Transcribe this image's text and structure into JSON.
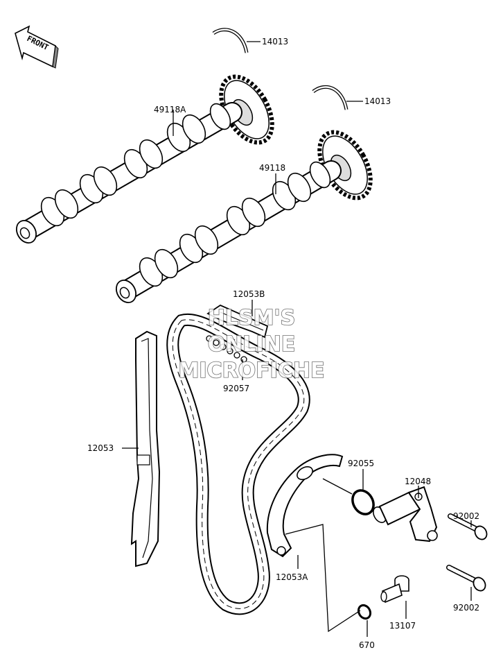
{
  "front_indicator": {
    "label": "FRONT",
    "icon": "front-arrow-icon"
  },
  "callouts": [
    {
      "id": "ring-upper",
      "number": "14013"
    },
    {
      "id": "ring-lower",
      "number": "14013"
    },
    {
      "id": "camshaft-exhaust",
      "number": "49118A"
    },
    {
      "id": "camshaft-intake",
      "number": "49118"
    },
    {
      "id": "chain-guide-top",
      "number": "12053B"
    },
    {
      "id": "cam-chain",
      "number": "92057"
    },
    {
      "id": "chain-guide-left",
      "number": "12053"
    },
    {
      "id": "o-ring",
      "number": "92055"
    },
    {
      "id": "tensioner",
      "number": "12048"
    },
    {
      "id": "bolt-upper",
      "number": "92002"
    },
    {
      "id": "bolt-lower",
      "number": "92002"
    },
    {
      "id": "tensioner-guide",
      "number": "12053A"
    },
    {
      "id": "pivot-bolt",
      "number": "13107"
    },
    {
      "id": "gasket-ring",
      "number": "670"
    }
  ],
  "watermark": {
    "line1": "HLSM'S",
    "line2": "ONLINE",
    "line3": "MICROFICHE"
  }
}
